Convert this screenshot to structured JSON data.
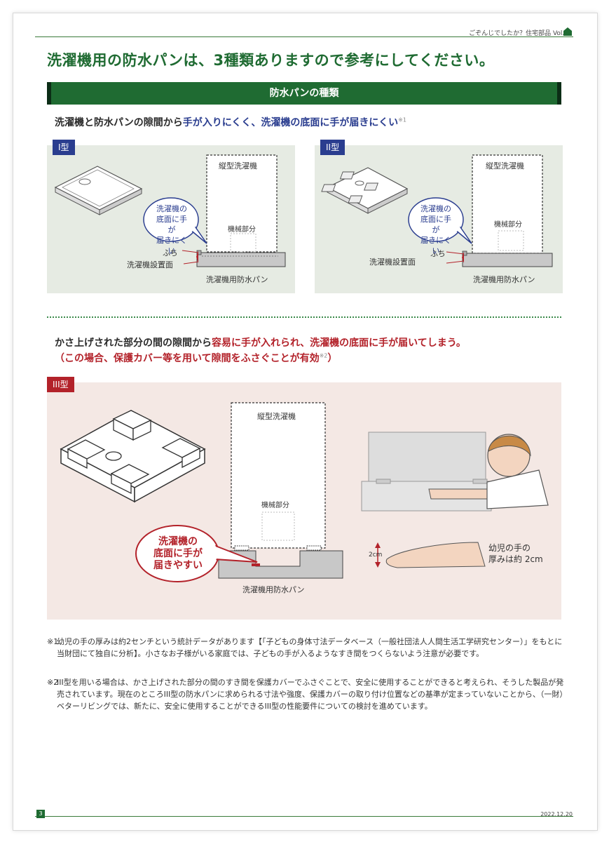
{
  "header": {
    "series": "ごぞんじでしたか？住宅部品 Vol.1"
  },
  "title": "洗濯機用の防水パンは、3種類ありますので参考にしてください。",
  "section_bar": "防水パンの種類",
  "group1": {
    "lead_plain": "洗濯機と防水パンの隙間から",
    "lead_emph": "手が入りにくく、洗濯機の底面に手が届きにくい",
    "lead_note": "※1"
  },
  "type1": {
    "tag": "I型",
    "washer": "縦型洗濯機",
    "machine": "機械部分",
    "bubble": [
      "洗濯機の",
      "底面に手が",
      "届きにくい"
    ],
    "rim": "ふち",
    "surface": "洗濯機設置面",
    "pan": "洗濯機用防水パン"
  },
  "type2": {
    "tag": "II型",
    "washer": "縦型洗濯機",
    "machine": "機械部分",
    "bubble": [
      "洗濯機の",
      "底面に手が",
      "届きにくい"
    ],
    "rim": "ふち",
    "surface": "洗濯機設置面",
    "pan": "洗濯機用防水パン"
  },
  "group2": {
    "lead_plain": "かさ上げされた部分の間の隙間から",
    "lead_emph": "容易に手が入れられ、洗濯機の底面に手が届いてしまう。",
    "lead2": "（この場合、保護カバー等を用いて隙間をふさぐことが有効",
    "lead2_note": "※2",
    "lead2_close": "）"
  },
  "type3": {
    "tag": "III型",
    "washer": "縦型洗濯機",
    "machine": "機械部分",
    "bubble": [
      "洗濯機の",
      "底面に手が",
      "届きやすい"
    ],
    "pan": "洗濯機用防水パン",
    "hand_size": "2cm",
    "hand_caption": [
      "幼児の手の",
      "厚みは約 2cm"
    ]
  },
  "notes": [
    {
      "mark": "※1",
      "text": "幼児の手の厚みは約2センチという統計データがあります【「子どもの身体寸法データベース（一般社団法人人間生活工学研究センター）」をもとに当財団にて独自に分析】。小さなお子様がいる家庭では、子どもの手が入るようなすき間をつくらないよう注意が必要です。"
    },
    {
      "mark": "※2",
      "text": "III型を用いる場合は、かさ上げされた部分の間のすき間を保護カバーでふさぐことで、安全に使用することができると考えられ、そうした製品が発売されています。現在のところIII型の防水パンに求められる寸法や強度、保護カバーの取り付け位置などの基準が定まっていないことから、（一財）ベターリビングでは、新たに、安全に使用することができるIII型の性能要件についての検討を進めています。"
    }
  ],
  "footer": {
    "page": "3",
    "date": "2022.12.20"
  },
  "colors": {
    "green": "#1f6b32",
    "blue": "#2a3d8f",
    "red": "#b3222a"
  }
}
